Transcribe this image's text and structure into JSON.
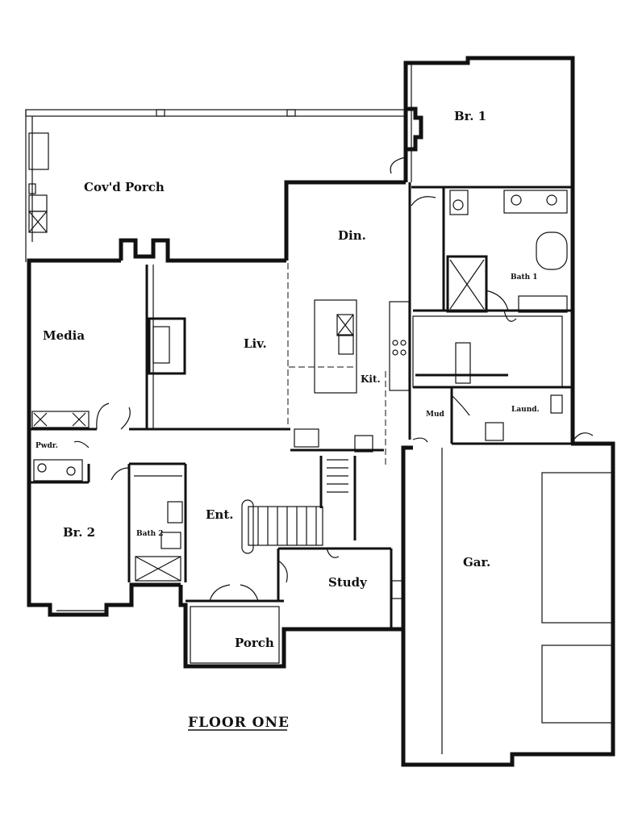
{
  "plan": {
    "title": "FLOOR ONE",
    "rooms": {
      "covd_porch": "Cov'd Porch",
      "br1": "Br. 1",
      "din": "Din.",
      "bath1": "Bath 1",
      "media": "Media",
      "liv": "Liv.",
      "kit": "Kit.",
      "mud": "Mud",
      "laund": "Laund.",
      "pwdr": "Pwdr.",
      "br2": "Br. 2",
      "bath2": "Bath 2",
      "ent": "Ent.",
      "study": "Study",
      "gar": "Gar.",
      "porch": "Porch"
    },
    "colors": {
      "line": "#111111",
      "background": "#ffffff"
    }
  }
}
